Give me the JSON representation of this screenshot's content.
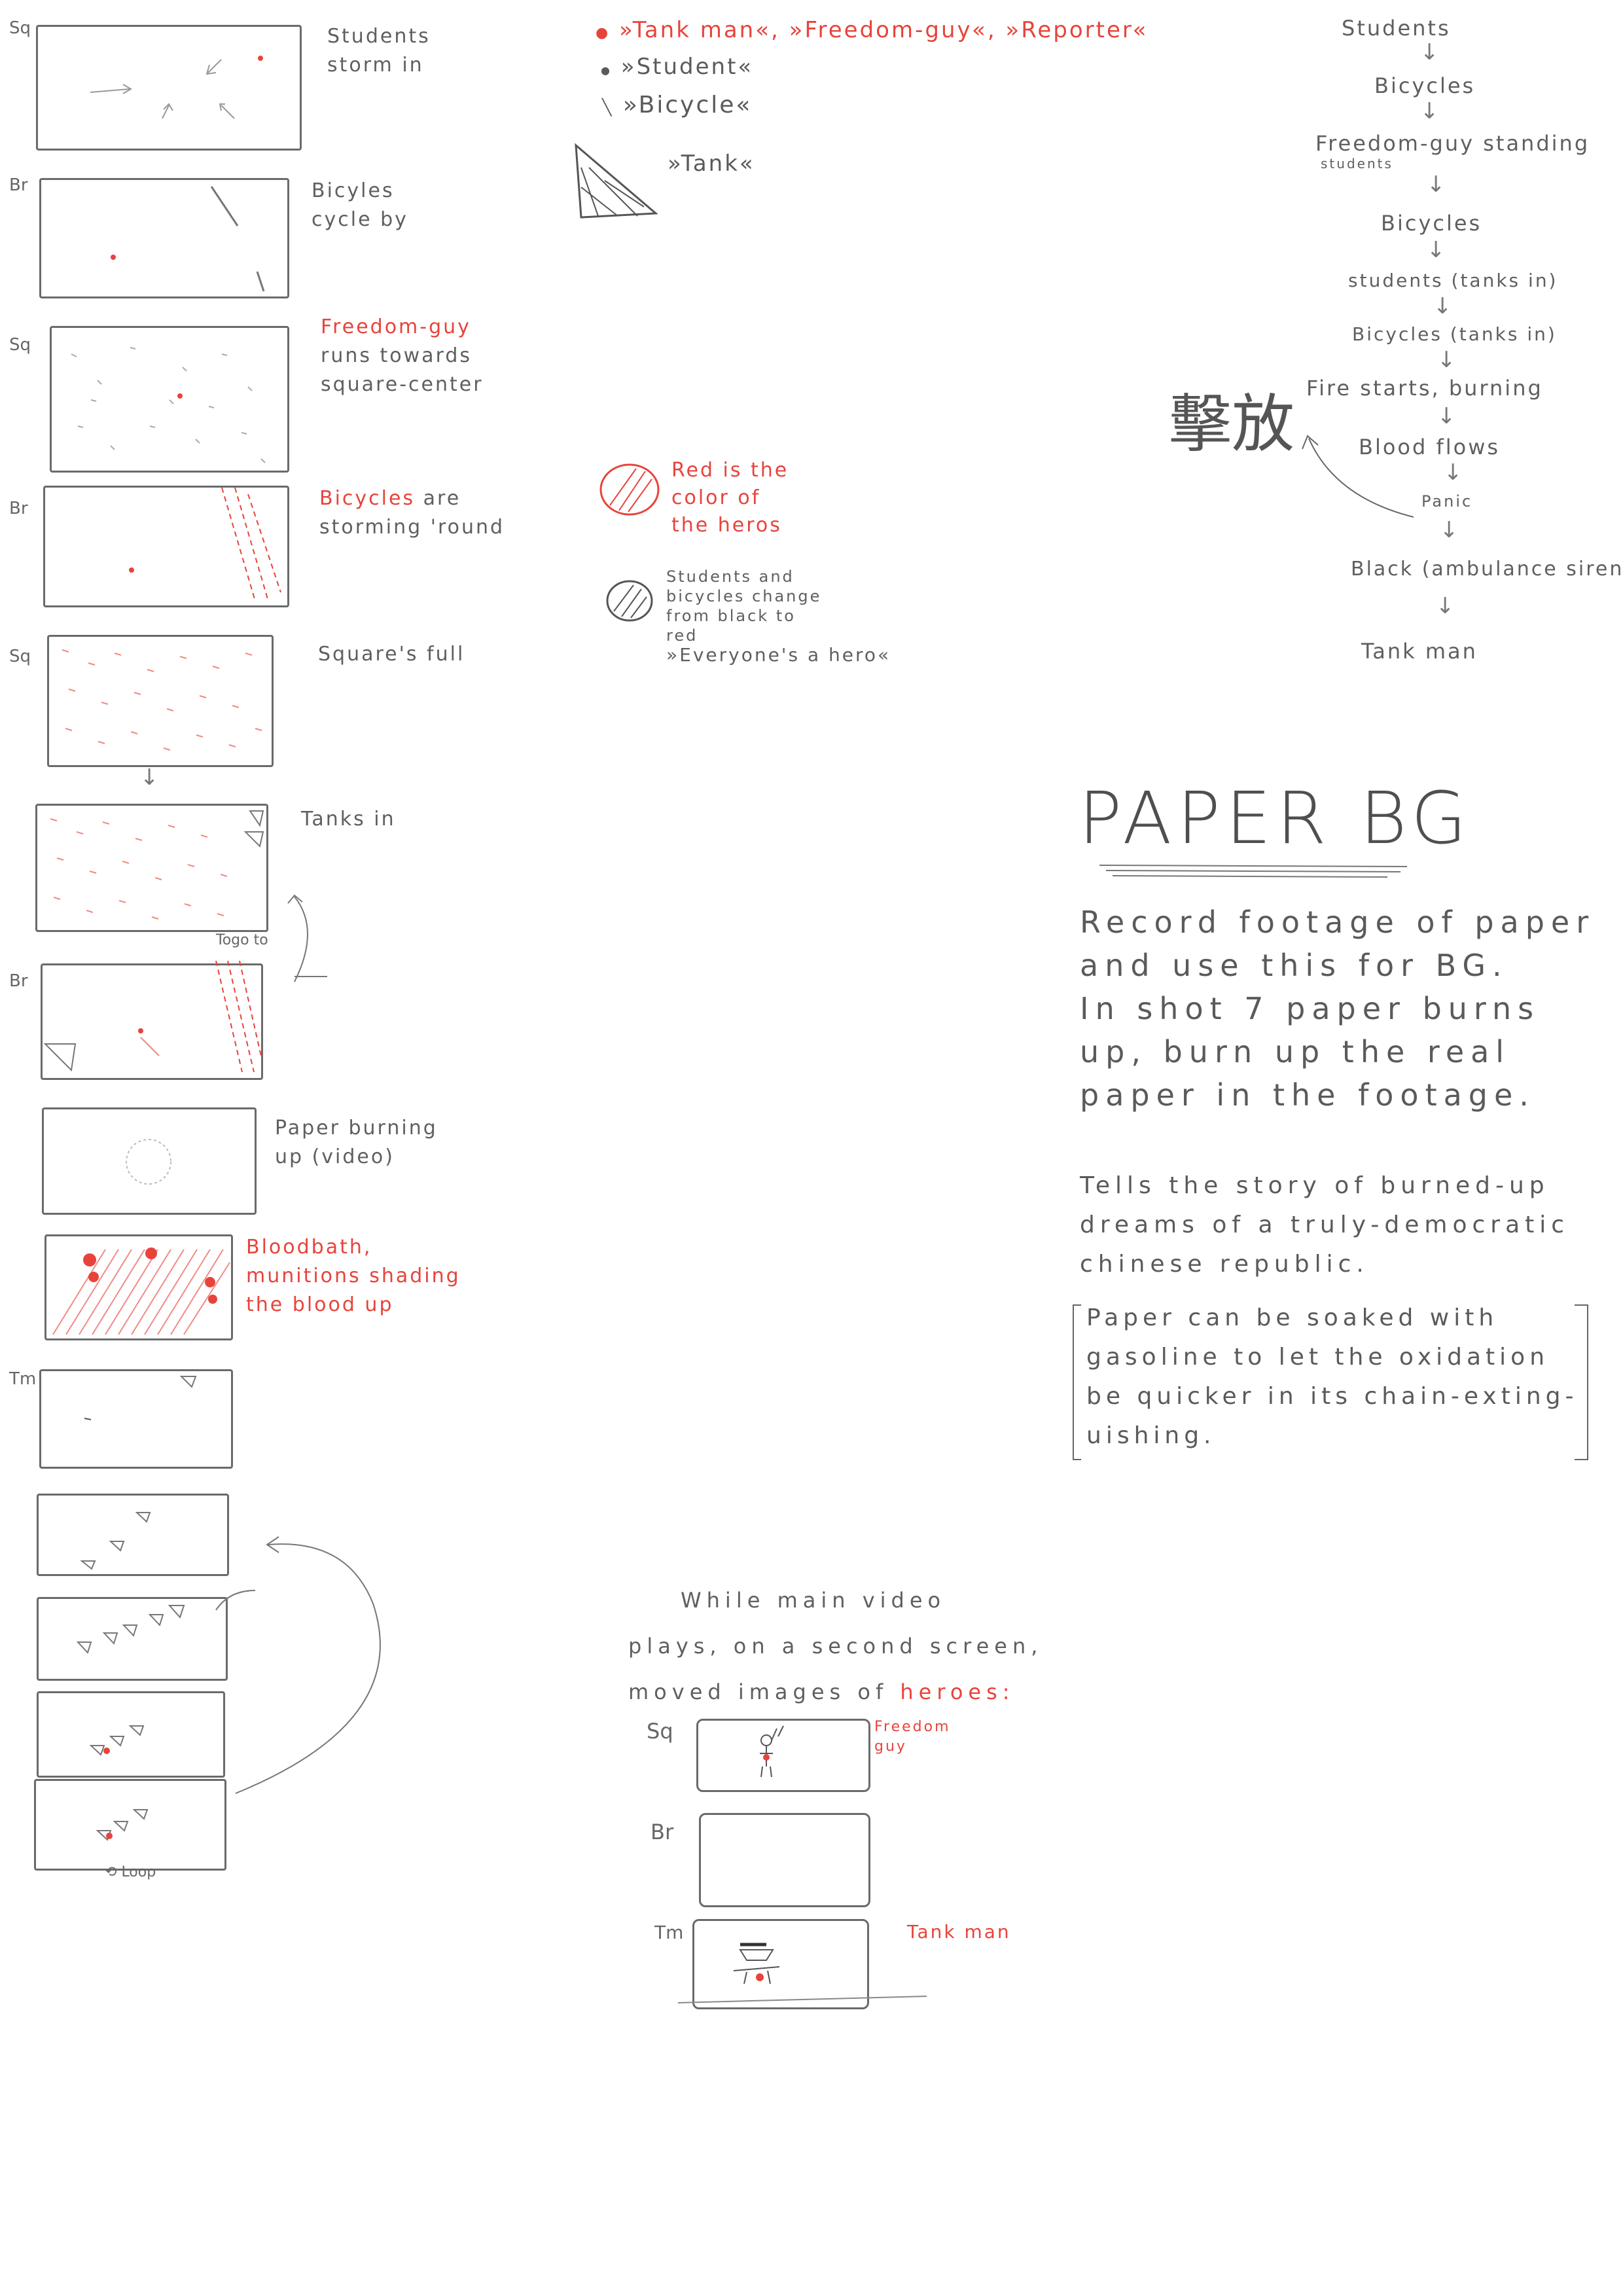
{
  "storyboard": {
    "shots": [
      {
        "label": "Sq",
        "caption": [
          "Students",
          "storm in"
        ],
        "red": false
      },
      {
        "label": "Br",
        "caption": [
          "Bicyles",
          "cycle by"
        ],
        "red": false
      },
      {
        "label": "Sq",
        "caption_red": "Freedom-guy",
        "caption": [
          "runs towards",
          "square-center"
        ],
        "red": false
      },
      {
        "label": "Br",
        "caption_red": "Bicycles",
        "caption_rest": " are",
        "caption": [
          "storming 'round"
        ],
        "red": false
      },
      {
        "label": "Sq",
        "caption": [
          "Square's full"
        ],
        "red": true
      },
      {
        "label": "",
        "caption": [
          "Tanks in"
        ],
        "red": true
      },
      {
        "label": "Br",
        "caption": [
          ""
        ],
        "red": false
      },
      {
        "label": "",
        "caption": [
          "Paper burning",
          "up (video)"
        ],
        "red": false
      },
      {
        "label": "",
        "caption_red_lines": [
          "Bloodbath,",
          "munitions shading",
          "the blood up"
        ],
        "red": true
      },
      {
        "label": "Tm",
        "caption": [
          ""
        ],
        "red": false
      }
    ],
    "togoto": "Togo to",
    "loop": "Loop"
  },
  "legend": {
    "characters_red": "»Tank man«, »Freedom-guy«, »Reporter«",
    "student": "»Student«",
    "bicycle": "»Bicycle«",
    "tank": "»Tank«",
    "red_note": [
      "Red is the",
      "color of",
      "the heros"
    ],
    "gray_note": [
      "Students and",
      "bicycles change",
      "from black to",
      "red",
      "»Everyone's a hero«"
    ]
  },
  "flow": {
    "steps": [
      "Students",
      "Bicycles",
      "Freedom-guy standing",
      "Bicycles",
      "students (tanks in)",
      "Bicycles (tanks in)",
      "Fire starts, burning",
      "Blood flows",
      "Panic",
      "Black (ambulance siren)",
      "Tank man"
    ],
    "sub_students": "students",
    "chinese": "擊放"
  },
  "paper_bg": {
    "title": "PAPER BG",
    "lines": [
      "Record footage of paper",
      "and use this for BG.",
      "In shot 7 paper burns",
      "up, burn up the real",
      "paper in the footage."
    ],
    "small_lines": [
      "Tells the story of burned-up",
      "dreams of a truly-democratic",
      "chinese republic."
    ],
    "bracket_lines": [
      "Paper can be soaked with",
      "gasoline to let the oxidation",
      "be quicker in its chain-exting-",
      "uishing."
    ]
  },
  "second_screen": {
    "intro": [
      "While main video",
      "plays, on a second screen,"
    ],
    "intro_line3": "moved images of ",
    "intro_red": "heroes:",
    "rows": [
      {
        "label": "Sq",
        "hero": [
          "Freedom",
          "guy"
        ]
      },
      {
        "label": "Br",
        "hero": [
          ""
        ]
      },
      {
        "label": "Tm",
        "hero": [
          "Tank man"
        ]
      }
    ]
  },
  "colors": {
    "red": "#e8433b",
    "pencil": "#5a5a5a"
  }
}
